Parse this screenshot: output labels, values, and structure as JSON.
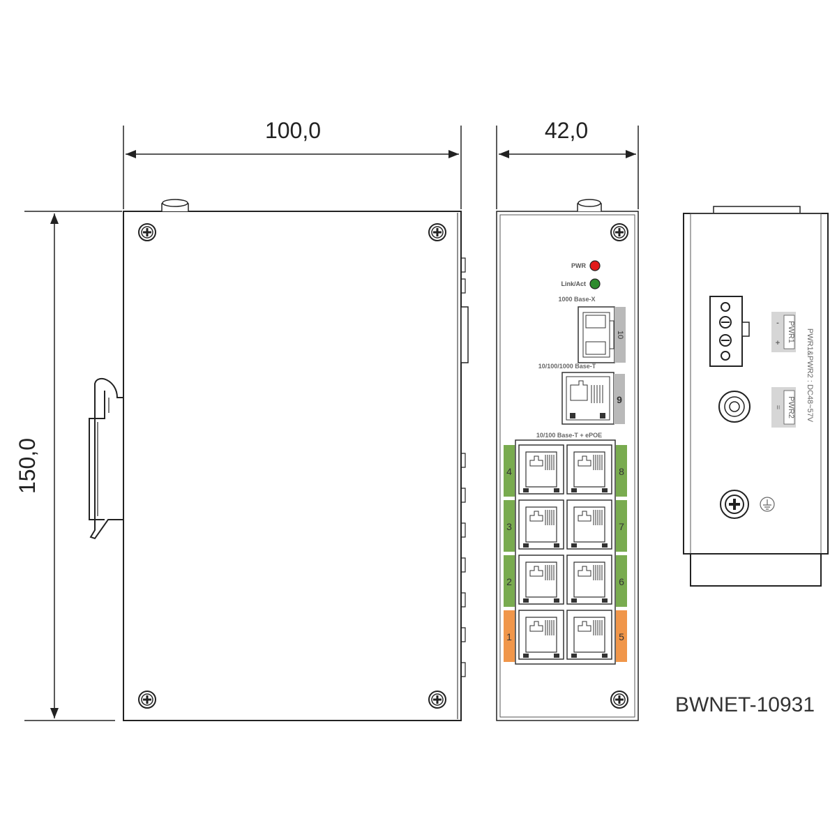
{
  "dimensions": {
    "width": "100,0",
    "depth": "42,0",
    "height": "150,0"
  },
  "front_panel": {
    "pwr_label": "PWR",
    "link_label": "Link/Act",
    "sfp_label": "1000 Base-X",
    "sfp_port_number": "10",
    "gigabit_label": "10/100/1000 Base-T",
    "gigabit_port_number": "9",
    "poe_label": "10/100 Base-T + ePOE",
    "left_ports": [
      "4",
      "3",
      "2",
      "1"
    ],
    "right_ports": [
      "8",
      "7",
      "6",
      "5"
    ]
  },
  "rear_panel": {
    "pwr_spec": "PWR1&PWR2 : DC48~57V",
    "pwr1_label": "PWR1",
    "pwr1_minus": "-",
    "pwr1_plus": "+",
    "pwr2_label": "PWR2",
    "pwr2_symbol": "=",
    "ground_symbol": "⏚"
  },
  "model_name": "BWNET-10931",
  "colors": {
    "green_port": "#79ab4f",
    "orange_port": "#f0964a",
    "led_pwr": "#e11b1b",
    "led_link": "#2e8b2e",
    "label_gray": "#b9b9b9"
  }
}
